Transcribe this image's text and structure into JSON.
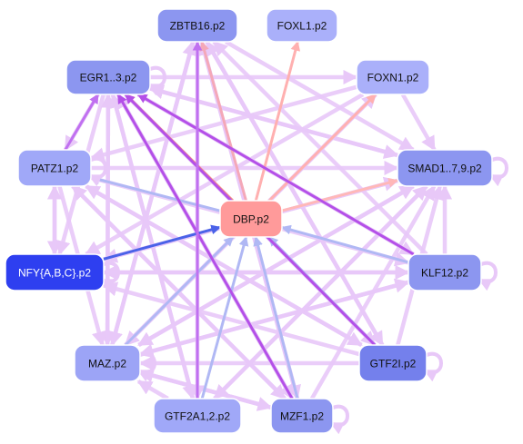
{
  "nodes": [
    {
      "id": "zbtb16",
      "label": "ZBTB16.p2",
      "fill": "#8c96f0",
      "text": "#111111"
    },
    {
      "id": "foxl1",
      "label": "FOXL1.p2",
      "fill": "#aab0fa",
      "text": "#111111"
    },
    {
      "id": "egr1",
      "label": "EGR1..3.p2",
      "fill": "#8c96f0",
      "text": "#111111"
    },
    {
      "id": "foxn1",
      "label": "FOXN1.p2",
      "fill": "#aab0fa",
      "text": "#111111"
    },
    {
      "id": "patz1",
      "label": "PATZ1.p2",
      "fill": "#a0a8f8",
      "text": "#111111"
    },
    {
      "id": "smad",
      "label": "SMAD1..7,9.p2",
      "fill": "#8c96f0",
      "text": "#111111"
    },
    {
      "id": "dbp",
      "label": "DBP.p2",
      "fill": "#ff9a9a",
      "text": "#111111"
    },
    {
      "id": "nfy",
      "label": "NFY{A,B,C}.p2",
      "fill": "#2e3ff0",
      "text": "#ffffff"
    },
    {
      "id": "klf12",
      "label": "KLF12.p2",
      "fill": "#8c96f0",
      "text": "#111111"
    },
    {
      "id": "maz",
      "label": "MAZ.p2",
      "fill": "#9ca4f6",
      "text": "#111111"
    },
    {
      "id": "gtf2i",
      "label": "GTF2I.p2",
      "fill": "#7480ec",
      "text": "#111111"
    },
    {
      "id": "gtf2a",
      "label": "GTF2A1,2.p2",
      "fill": "#a0a8f8",
      "text": "#111111"
    },
    {
      "id": "mzf1",
      "label": "MZF1.p2",
      "fill": "#8c96f0",
      "text": "#111111"
    }
  ],
  "edges": [
    {
      "from": "egr1",
      "to": "smad",
      "color": "#e8c8f8"
    },
    {
      "from": "egr1",
      "to": "foxn1",
      "color": "#e8c8f8"
    },
    {
      "from": "egr1",
      "to": "klf12",
      "color": "#e8c8f8"
    },
    {
      "from": "egr1",
      "to": "gtf2i",
      "color": "#e8c8f8"
    },
    {
      "from": "egr1",
      "to": "maz",
      "color": "#e8c8f8"
    },
    {
      "from": "egr1",
      "to": "mzf1",
      "color": "#e8c8f8"
    },
    {
      "from": "egr1",
      "to": "nfy",
      "color": "#e8c8f8"
    },
    {
      "from": "egr1",
      "to": "gtf2a",
      "color": "#e8c8f8"
    },
    {
      "from": "zbtb16",
      "to": "smad",
      "color": "#e8c8f8"
    },
    {
      "from": "zbtb16",
      "to": "maz",
      "color": "#e8c8f8"
    },
    {
      "from": "zbtb16",
      "to": "gtf2a",
      "color": "#e8c8f8"
    },
    {
      "from": "zbtb16",
      "to": "mzf1",
      "color": "#e8c8f8"
    },
    {
      "from": "zbtb16",
      "to": "gtf2i",
      "color": "#e8c8f8"
    },
    {
      "from": "foxn1",
      "to": "patz1",
      "color": "#e8c8f8"
    },
    {
      "from": "foxn1",
      "to": "maz",
      "color": "#e8c8f8"
    },
    {
      "from": "foxn1",
      "to": "nfy",
      "color": "#e8c8f8"
    },
    {
      "from": "foxn1",
      "to": "smad",
      "color": "#e8c8f8"
    },
    {
      "from": "patz1",
      "to": "smad",
      "color": "#e8c8f8"
    },
    {
      "from": "patz1",
      "to": "gtf2i",
      "color": "#e8c8f8"
    },
    {
      "from": "patz1",
      "to": "mzf1",
      "color": "#e8c8f8"
    },
    {
      "from": "patz1",
      "to": "nfy",
      "color": "#e8c8f8"
    },
    {
      "from": "patz1",
      "to": "klf12",
      "color": "#e8c8f8"
    },
    {
      "from": "smad",
      "to": "maz",
      "color": "#e8c8f8"
    },
    {
      "from": "smad",
      "to": "nfy",
      "color": "#e8c8f8"
    },
    {
      "from": "smad",
      "to": "gtf2a",
      "color": "#e8c8f8"
    },
    {
      "from": "smad",
      "to": "egr1",
      "color": "#e8c8f8"
    },
    {
      "from": "klf12",
      "to": "maz",
      "color": "#e8c8f8"
    },
    {
      "from": "klf12",
      "to": "nfy",
      "color": "#e8c8f8"
    },
    {
      "from": "klf12",
      "to": "smad",
      "color": "#e8c8f8"
    },
    {
      "from": "klf12",
      "to": "zbtb16",
      "color": "#e8c8f8"
    },
    {
      "from": "gtf2i",
      "to": "maz",
      "color": "#e8c8f8"
    },
    {
      "from": "gtf2i",
      "to": "smad",
      "color": "#e8c8f8"
    },
    {
      "from": "gtf2i",
      "to": "patz1",
      "color": "#e8c8f8"
    },
    {
      "from": "gtf2i",
      "to": "nfy",
      "color": "#e8c8f8"
    },
    {
      "from": "gtf2i",
      "to": "zbtb16",
      "color": "#e8c8f8"
    },
    {
      "from": "maz",
      "to": "smad",
      "color": "#e8c8f8"
    },
    {
      "from": "maz",
      "to": "klf12",
      "color": "#e8c8f8"
    },
    {
      "from": "maz",
      "to": "zbtb16",
      "color": "#e8c8f8"
    },
    {
      "from": "maz",
      "to": "egr1",
      "color": "#e8c8f8"
    },
    {
      "from": "maz",
      "to": "foxn1",
      "color": "#e8c8f8"
    },
    {
      "from": "maz",
      "to": "mzf1",
      "color": "#e8c8f8"
    },
    {
      "from": "mzf1",
      "to": "egr1",
      "color": "#e8c8f8"
    },
    {
      "from": "mzf1",
      "to": "zbtb16",
      "color": "#e8c8f8"
    },
    {
      "from": "mzf1",
      "to": "patz1",
      "color": "#e8c8f8"
    },
    {
      "from": "mzf1",
      "to": "smad",
      "color": "#e8c8f8"
    },
    {
      "from": "mzf1",
      "to": "maz",
      "color": "#e8c8f8"
    },
    {
      "from": "gtf2a",
      "to": "egr1",
      "color": "#e8c8f8"
    },
    {
      "from": "gtf2a",
      "to": "smad",
      "color": "#e8c8f8"
    },
    {
      "from": "gtf2a",
      "to": "maz",
      "color": "#e8c8f8"
    },
    {
      "from": "nfy",
      "to": "smad",
      "color": "#e8c8f8"
    },
    {
      "from": "nfy",
      "to": "patz1",
      "color": "#e8c8f8"
    },
    {
      "from": "nfy",
      "to": "klf12",
      "color": "#e8c8f8"
    },
    {
      "from": "egr1",
      "to": "patz1",
      "color": "#e8c8f8"
    },
    {
      "from": "patz1",
      "to": "maz",
      "color": "#e8c8f8"
    },
    {
      "from": "dbp",
      "to": "egr1",
      "color": "#f08a8a"
    },
    {
      "from": "dbp",
      "to": "zbtb16",
      "color": "#f4a8b8"
    },
    {
      "from": "dbp",
      "to": "foxl1",
      "color": "#ffb0b0"
    },
    {
      "from": "dbp",
      "to": "foxn1",
      "color": "#ffb0b0"
    },
    {
      "from": "dbp",
      "to": "smad",
      "color": "#ffb8b8"
    },
    {
      "from": "dbp",
      "to": "patz1",
      "color": "#b0b8f4"
    },
    {
      "from": "klf12",
      "to": "dbp",
      "color": "#b0b8f4"
    },
    {
      "from": "gtf2i",
      "to": "dbp",
      "color": "#b0b8f4"
    },
    {
      "from": "mzf1",
      "to": "dbp",
      "color": "#b0b8f4"
    },
    {
      "from": "gtf2a",
      "to": "dbp",
      "color": "#b0b8f4"
    },
    {
      "from": "maz",
      "to": "dbp",
      "color": "#b0b8f4"
    },
    {
      "from": "nfy",
      "to": "dbp",
      "color": "#4a62e8"
    },
    {
      "from": "klf12",
      "to": "egr1",
      "color": "#b450e8"
    },
    {
      "from": "gtf2i",
      "to": "egr1",
      "color": "#b450e8"
    },
    {
      "from": "mzf1",
      "to": "egr1",
      "color": "#b450e8"
    },
    {
      "from": "patz1",
      "to": "egr1",
      "color": "#c070f0"
    },
    {
      "from": "gtf2a",
      "to": "zbtb16",
      "color": "#c070f0"
    }
  ],
  "self_loops": [
    "egr1",
    "smad",
    "gtf2i",
    "mzf1",
    "maz",
    "patz1",
    "nfy",
    "klf12"
  ]
}
